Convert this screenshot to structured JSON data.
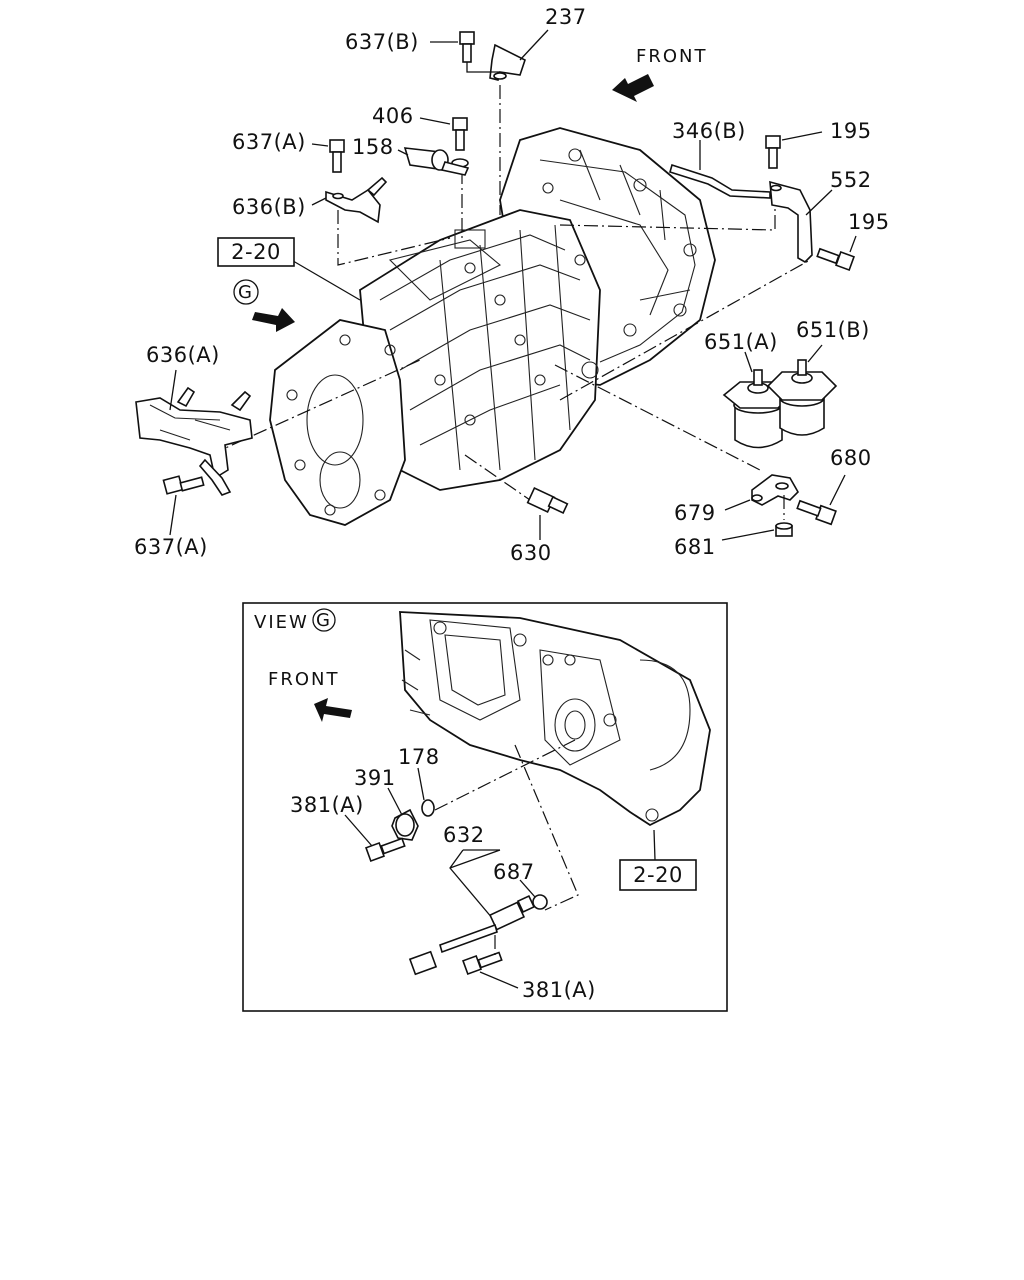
{
  "top_view": {
    "front_label": "FRONT",
    "view_marker": "G",
    "ref_box": "2-20",
    "callouts": {
      "c237": "237",
      "c637b": "637(B)",
      "c406": "406",
      "c637a_top": "637(A)",
      "c158": "158",
      "c636b": "636(B)",
      "c346b": "346(B)",
      "c195_top": "195",
      "c552": "552",
      "c195_right": "195",
      "c636a": "636(A)",
      "c637a_bottom": "637(A)",
      "c630": "630",
      "c651a": "651(A)",
      "c651b": "651(B)",
      "c680": "680",
      "c679": "679",
      "c681": "681"
    }
  },
  "detail_view": {
    "title": "VIEW",
    "marker": "G",
    "front_label": "FRONT",
    "ref_box": "2-20",
    "callouts": {
      "c178": "178",
      "c391": "391",
      "c381a_left": "381(A)",
      "c632": "632",
      "c687": "687",
      "c381a_bottom": "381(A)"
    }
  }
}
